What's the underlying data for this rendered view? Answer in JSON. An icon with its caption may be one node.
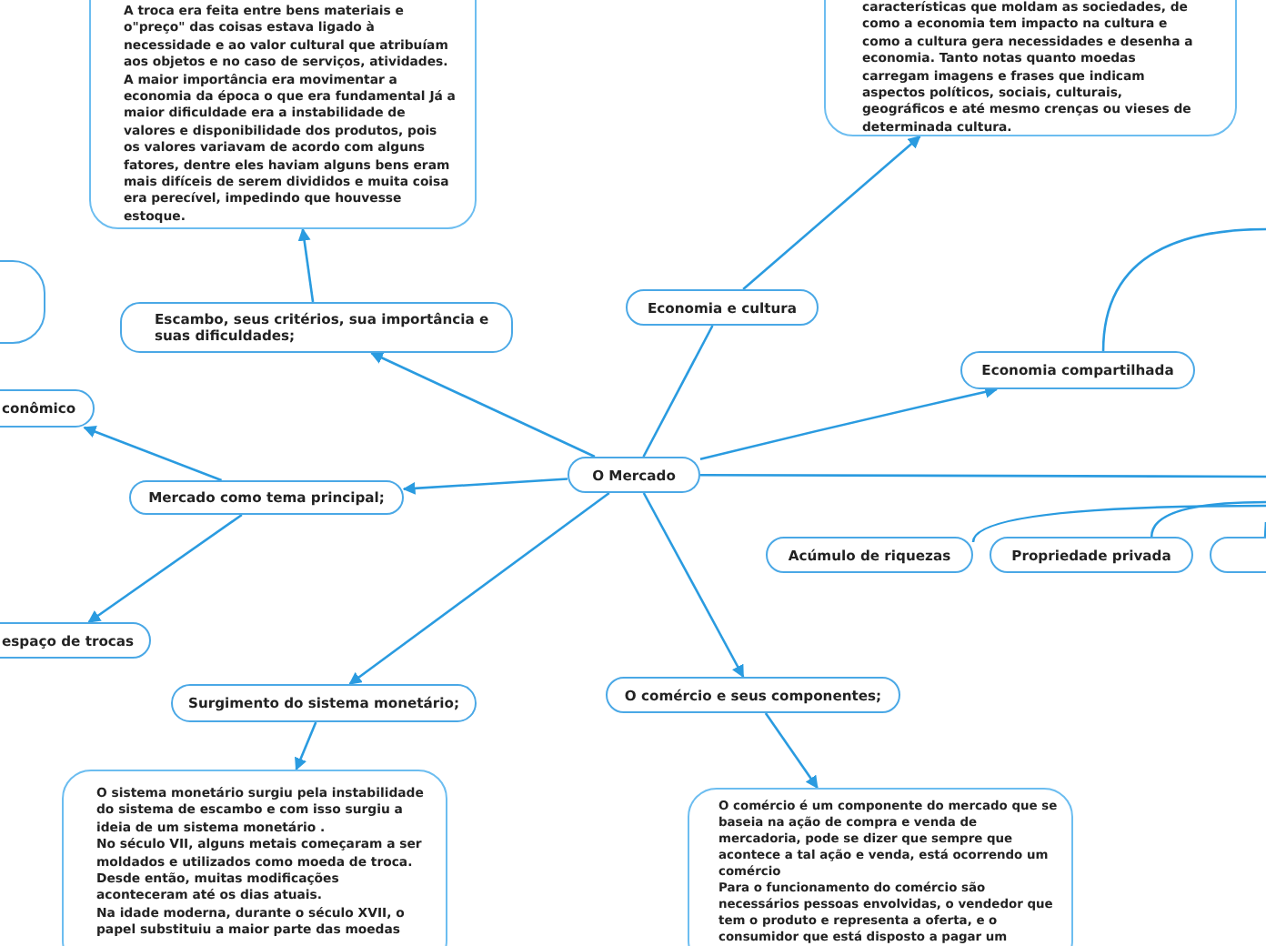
{
  "diagram": {
    "nodes": [
      {
        "text": [
          "O Mercado"
        ]
      },
      {
        "text": [
          "Economia e cultura"
        ]
      },
      {
        "text": [
          "características que moldam as sociedades, de como a economia tem impacto na cultura e como a cultura gera necessidades e desenha a economia. Tanto notas quanto moedas carregam imagens e frases que indicam aspectos políticos, sociais, culturais, geográficos e até mesmo crenças ou vieses de determinada cultura."
        ]
      },
      {
        "text": [
          "Escambo, seus critérios, sua importância e suas dificuldades;"
        ]
      },
      {
        "text": [
          "A troca era feita entre bens materiais e o\"preço\" das coisas estava ligado à necessidade e ao valor cultural que atribuíam aos objetos e no caso de serviços, atividades.",
          "A maior importância era movimentar a economia da época o que era fundamental Já a maior dificuldade era a instabilidade de valores e disponibilidade dos produtos, pois os valores variavam de acordo com alguns fatores, dentre eles haviam alguns bens eram mais difíceis de serem divididos e muita coisa era perecível, impedindo que houvesse estoque."
        ]
      },
      {
        "text": [],
        "shape": "box"
      },
      {
        "text": [
          "Mercado como tema principal;"
        ]
      },
      {
        "text": [
          "conômico"
        ]
      },
      {
        "text": [
          "espaço de trocas"
        ]
      },
      {
        "text": [
          "Surgimento do sistema monetário;"
        ]
      },
      {
        "text": [
          "O sistema monetário surgiu pela instabilidade do sistema de escambo e com isso surgiu a ideia de um  sistema monetário .",
          "No século VII, alguns metais começaram a ser moldados e utilizados como moeda de troca. Desde então, muitas modificações aconteceram até os dias atuais.",
          "Na idade moderna, durante o século XVII, o papel substituiu a maior parte das moedas"
        ]
      },
      {
        "text": [
          "O comércio e seus componentes;"
        ]
      },
      {
        "text": [
          "O comércio é um componente do mercado que se baseia na ação de compra e venda de mercadoria, pode se dizer que sempre que acontece a tal ação e venda, está ocorrendo um comércio",
          "Para o funcionamento do comércio são necessários pessoas envolvidas, o vendedor que tem o produto e representa a oferta, e o consumidor que está disposto a pagar um"
        ]
      },
      {
        "text": [
          "Economia compartilhada"
        ]
      },
      {
        "text": [
          "Acúmulo de riquezas"
        ]
      },
      {
        "text": [
          "Propriedade privada"
        ]
      },
      {
        "text": [],
        "shape": "box"
      }
    ],
    "edges": [
      {
        "from": 0,
        "to": 1,
        "arrow": "none"
      },
      {
        "from": 1,
        "to": 2,
        "arrow": "to"
      },
      {
        "from": 0,
        "to": 3,
        "arrow": "to"
      },
      {
        "from": 3,
        "to": 4,
        "arrow": "to"
      },
      {
        "from": 0,
        "to": 6,
        "arrow": "to"
      },
      {
        "from": 6,
        "to": 7,
        "arrow": "to"
      },
      {
        "from": 6,
        "to": 8,
        "arrow": "to"
      },
      {
        "from": 0,
        "to": 9,
        "arrow": "to"
      },
      {
        "from": 9,
        "to": 10,
        "arrow": "to"
      },
      {
        "from": 0,
        "to": 11,
        "arrow": "to"
      },
      {
        "from": 11,
        "to": 12,
        "arrow": "to"
      },
      {
        "from": 0,
        "to": 13,
        "arrow": "to"
      },
      {
        "from": 0,
        "to": null,
        "arrow": "none"
      },
      {
        "from": 13,
        "to": null,
        "arrow": "none"
      },
      {
        "from": null,
        "to": 14,
        "arrow": "none"
      },
      {
        "from": null,
        "to": 15,
        "arrow": "none"
      },
      {
        "from": null,
        "to": 16,
        "arrow": "none"
      }
    ]
  }
}
